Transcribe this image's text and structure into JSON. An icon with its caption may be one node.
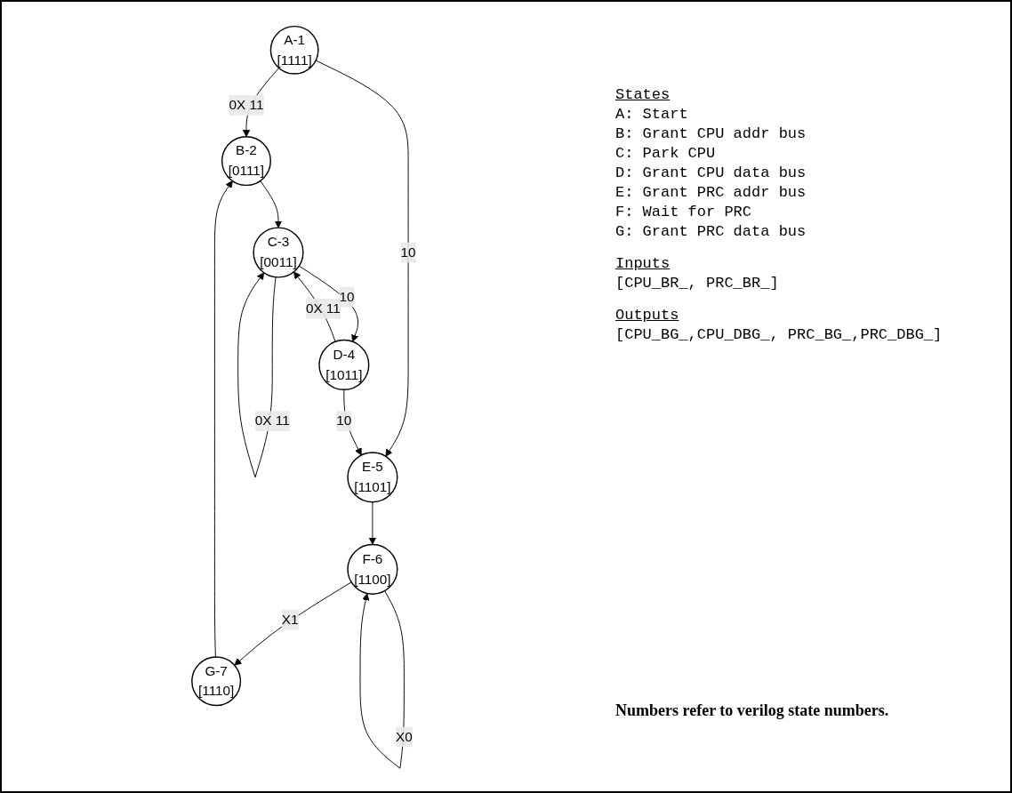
{
  "diagram": {
    "nodes": [
      {
        "text": [
          "A-1",
          "[1111]"
        ]
      },
      {
        "text": [
          "B-2",
          "[0111]"
        ]
      },
      {
        "text": [
          "C-3",
          "[0011]"
        ]
      },
      {
        "text": [
          "D-4",
          "[1011]"
        ]
      },
      {
        "text": [
          "E-5",
          "[1101]"
        ]
      },
      {
        "text": [
          "F-6",
          "[1100]"
        ]
      },
      {
        "text": [
          "G-7",
          "[1110]"
        ]
      }
    ],
    "edges": [
      {
        "from": 0,
        "to": 1,
        "arrow": "to",
        "label": "0X 11"
      },
      {
        "from": 0,
        "to": 4,
        "arrow": "to",
        "label": "10"
      },
      {
        "from": 1,
        "to": 2,
        "arrow": "to"
      },
      {
        "from": 2,
        "to": 2,
        "arrow": "to",
        "label": "0X 11"
      },
      {
        "from": 2,
        "to": 3,
        "arrow": "to",
        "label": "10"
      },
      {
        "from": 3,
        "to": 2,
        "arrow": "to",
        "label": "0X 11"
      },
      {
        "from": 3,
        "to": 4,
        "arrow": "to",
        "label": "10"
      },
      {
        "from": 4,
        "to": 5,
        "arrow": "to"
      },
      {
        "from": 5,
        "to": 5,
        "arrow": "to",
        "label": "X0"
      },
      {
        "from": 5,
        "to": 6,
        "arrow": "to",
        "label": "X1"
      },
      {
        "from": 6,
        "to": 1,
        "arrow": "to"
      }
    ],
    "labels": [
      "States",
      "A: Start",
      "B: Grant CPU addr bus",
      "C: Park CPU",
      "D: Grant CPU data bus",
      "E: Grant PRC addr bus",
      "F: Wait for PRC",
      "G: Grant PRC data bus",
      "Inputs",
      "[CPU_BR_, PRC_BR_]",
      "Outputs",
      "[CPU_BG_,CPU_DBG_, PRC_BG_,PRC_DBG_]",
      "Numbers refer to verilog state numbers."
    ]
  }
}
